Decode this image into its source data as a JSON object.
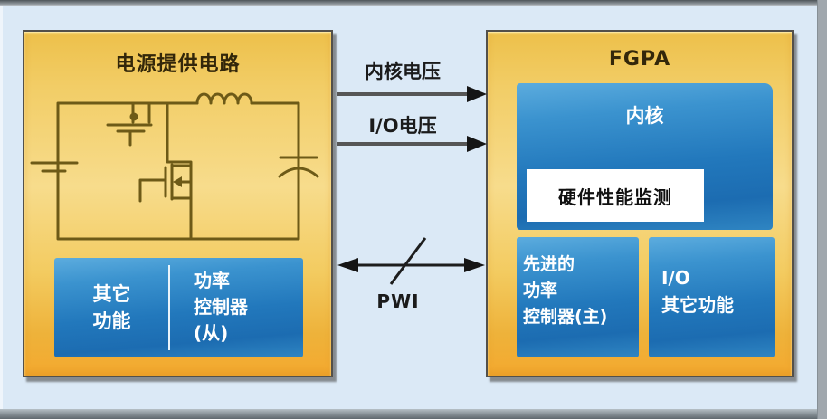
{
  "power_box": {
    "title": "电源提供电路",
    "other_functions": "其它\n功能",
    "slave_controller": "功率\n控制器\n(从)"
  },
  "fpga_box": {
    "title": "FGPA",
    "core": "内核",
    "monitor": "硬件性能监测",
    "master_controller": "先进的\n功率\n控制器(主)",
    "io_functions": "I/O\n其它功能"
  },
  "signals": {
    "core_voltage": "内核电压",
    "io_voltage": "I/O电压",
    "pwi": "PWI"
  },
  "icons": {
    "schematic": "buck-converter-circuit",
    "core_voltage_arrow": "right-arrow",
    "io_voltage_arrow": "right-arrow",
    "pwi_arrow": "double-headed-arrow-with-bus-slash"
  },
  "colors": {
    "background": "#dbe9f6",
    "gold_light": "#f7dc8c",
    "gold_dark": "#eeb23a",
    "box_border": "#53504a",
    "blue_top": "#5cacde",
    "blue_bottom": "#1c6cb1",
    "circuit_line": "#6d5a17",
    "text_on_gold": "#33270a",
    "text_on_blue": "#ffffff",
    "arrow_line": "#565656",
    "arrow_head": "#151515"
  }
}
